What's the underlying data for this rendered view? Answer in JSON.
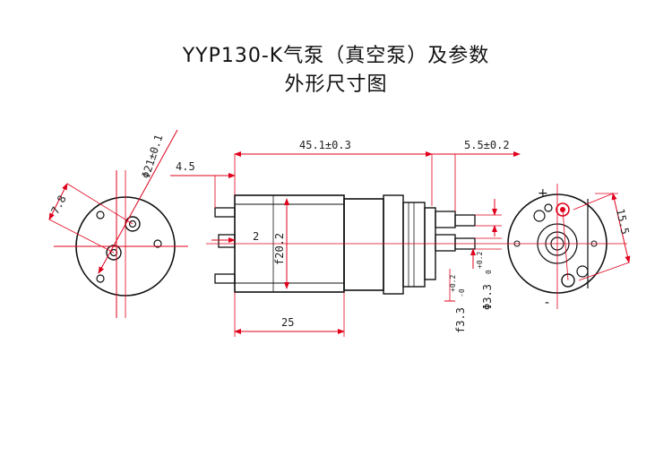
{
  "title": {
    "line1": "YYP130-K气泵（真空泵）及参数",
    "line2": "外形尺寸图"
  },
  "colors": {
    "line": "#111111",
    "dimension": "#e0001b",
    "background": "#ffffff"
  },
  "dimensions": {
    "length": "45.1±0.3",
    "nozzle_length": "5.5±0.2",
    "terminal_offset": "4.5",
    "terminal_width": "2",
    "body_diameter": "f20.2",
    "motor_length": "25",
    "outlet_outer_diameter": "Φ3.3",
    "outlet_outer_tol_upper": "+0.2",
    "outlet_outer_tol_lower": "0",
    "outlet_inner_diameter": "f3.3",
    "outlet_inner_tol_upper": "+0.2",
    "outlet_inner_tol_lower": "-0",
    "end_diameter": "Φ21±0.1",
    "hole_offset": "7.8",
    "head_width": "15.5"
  },
  "polarity": {
    "positive": "+",
    "negative": "-"
  }
}
